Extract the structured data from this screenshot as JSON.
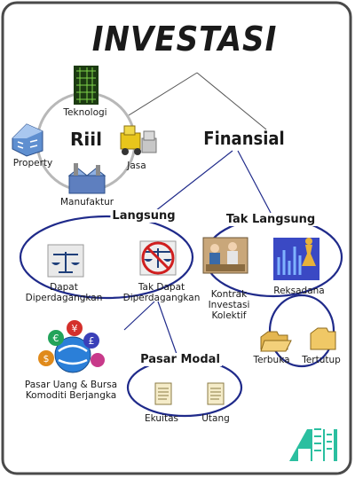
{
  "title": "INVESTASI",
  "riil": {
    "label": "Riil",
    "items": [
      "Teknologi",
      "Property",
      "Jasa",
      "Manufaktur"
    ]
  },
  "finansial": {
    "label": "Finansial",
    "langsung": {
      "label": "Langsung",
      "items": [
        "Dapat Diperdagangkan",
        "Tak Dapat Diperdagangkan"
      ]
    },
    "tak_langsung": {
      "label": "Tak Langsung",
      "items": [
        "Kontrak Investasi Kolektif",
        "Reksadana"
      ],
      "reksadana_types": [
        "Terbuka",
        "Tertutup"
      ]
    },
    "pasar_uang": "Pasar Uang & Bursa Komoditi Berjangka",
    "pasar_modal": {
      "label": "Pasar Modal",
      "items": [
        "Ekuitas",
        "Utang"
      ]
    }
  },
  "colors": {
    "frame": "#4a4a4a",
    "ellipse": "#1f2a8a",
    "connector": "#555555",
    "teal_logo": "#2bbfa0"
  }
}
